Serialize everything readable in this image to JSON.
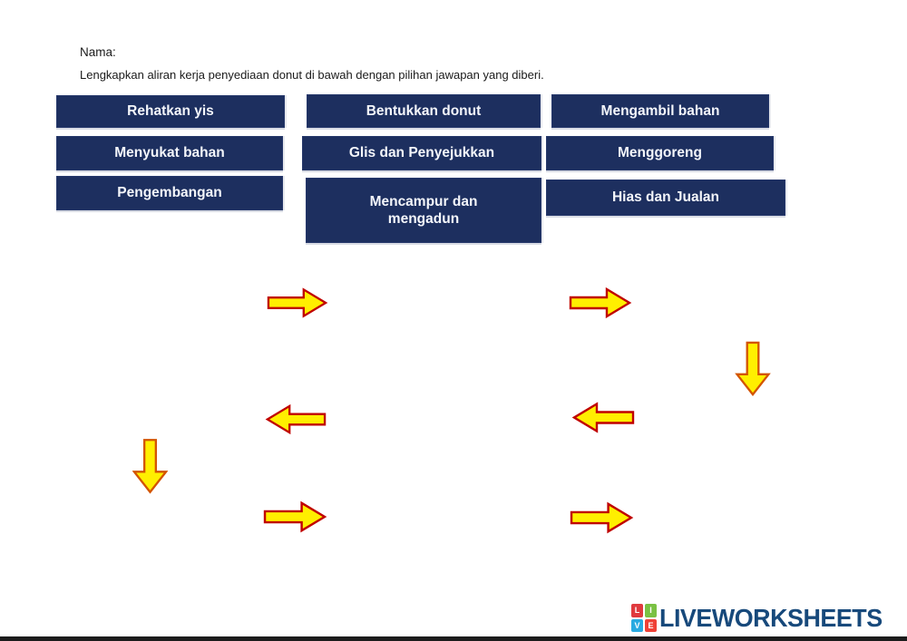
{
  "page": {
    "name_label": "Nama:",
    "instruction": "Lengkapkan aliran kerja penyediaan donut di bawah dengan pilihan jawapan yang diberi."
  },
  "answer_boxes": [
    {
      "label": "Rehatkan yis"
    },
    {
      "label": "Bentukkan donut"
    },
    {
      "label": "Mengambil bahan"
    },
    {
      "label": "Menyukat bahan"
    },
    {
      "label": "Glis dan Penyejukkan"
    },
    {
      "label": "Menggoreng"
    },
    {
      "label": "Pengembangan"
    },
    {
      "label": "Mencampur dan\nmengadun"
    },
    {
      "label": "Hias dan Jualan"
    }
  ],
  "arrows": [
    {
      "name": "arrow-right-icon",
      "direction": "right"
    },
    {
      "name": "arrow-right-icon",
      "direction": "right"
    },
    {
      "name": "arrow-down-icon",
      "direction": "down"
    },
    {
      "name": "arrow-left-icon",
      "direction": "left"
    },
    {
      "name": "arrow-left-icon",
      "direction": "left"
    },
    {
      "name": "arrow-down-icon",
      "direction": "down"
    },
    {
      "name": "arrow-right-icon",
      "direction": "right"
    },
    {
      "name": "arrow-right-icon",
      "direction": "right"
    }
  ],
  "colors": {
    "box_navy": "#1d2f5f",
    "box_text": "#f4f6fb",
    "arrow_fill": "#ffef00",
    "arrow_stroke_horizontal": "#c00000",
    "arrow_stroke_vertical": "#d35400",
    "brand_blue": "#17497b",
    "logo_red": "#e03a3e",
    "logo_green": "#7ac143",
    "logo_blue": "#29aae1",
    "logo_orange": "#ef4136"
  },
  "footer": {
    "brand": "LIVEWORKSHEETS",
    "logo_letters": [
      "L",
      "I",
      "V",
      "E"
    ]
  }
}
